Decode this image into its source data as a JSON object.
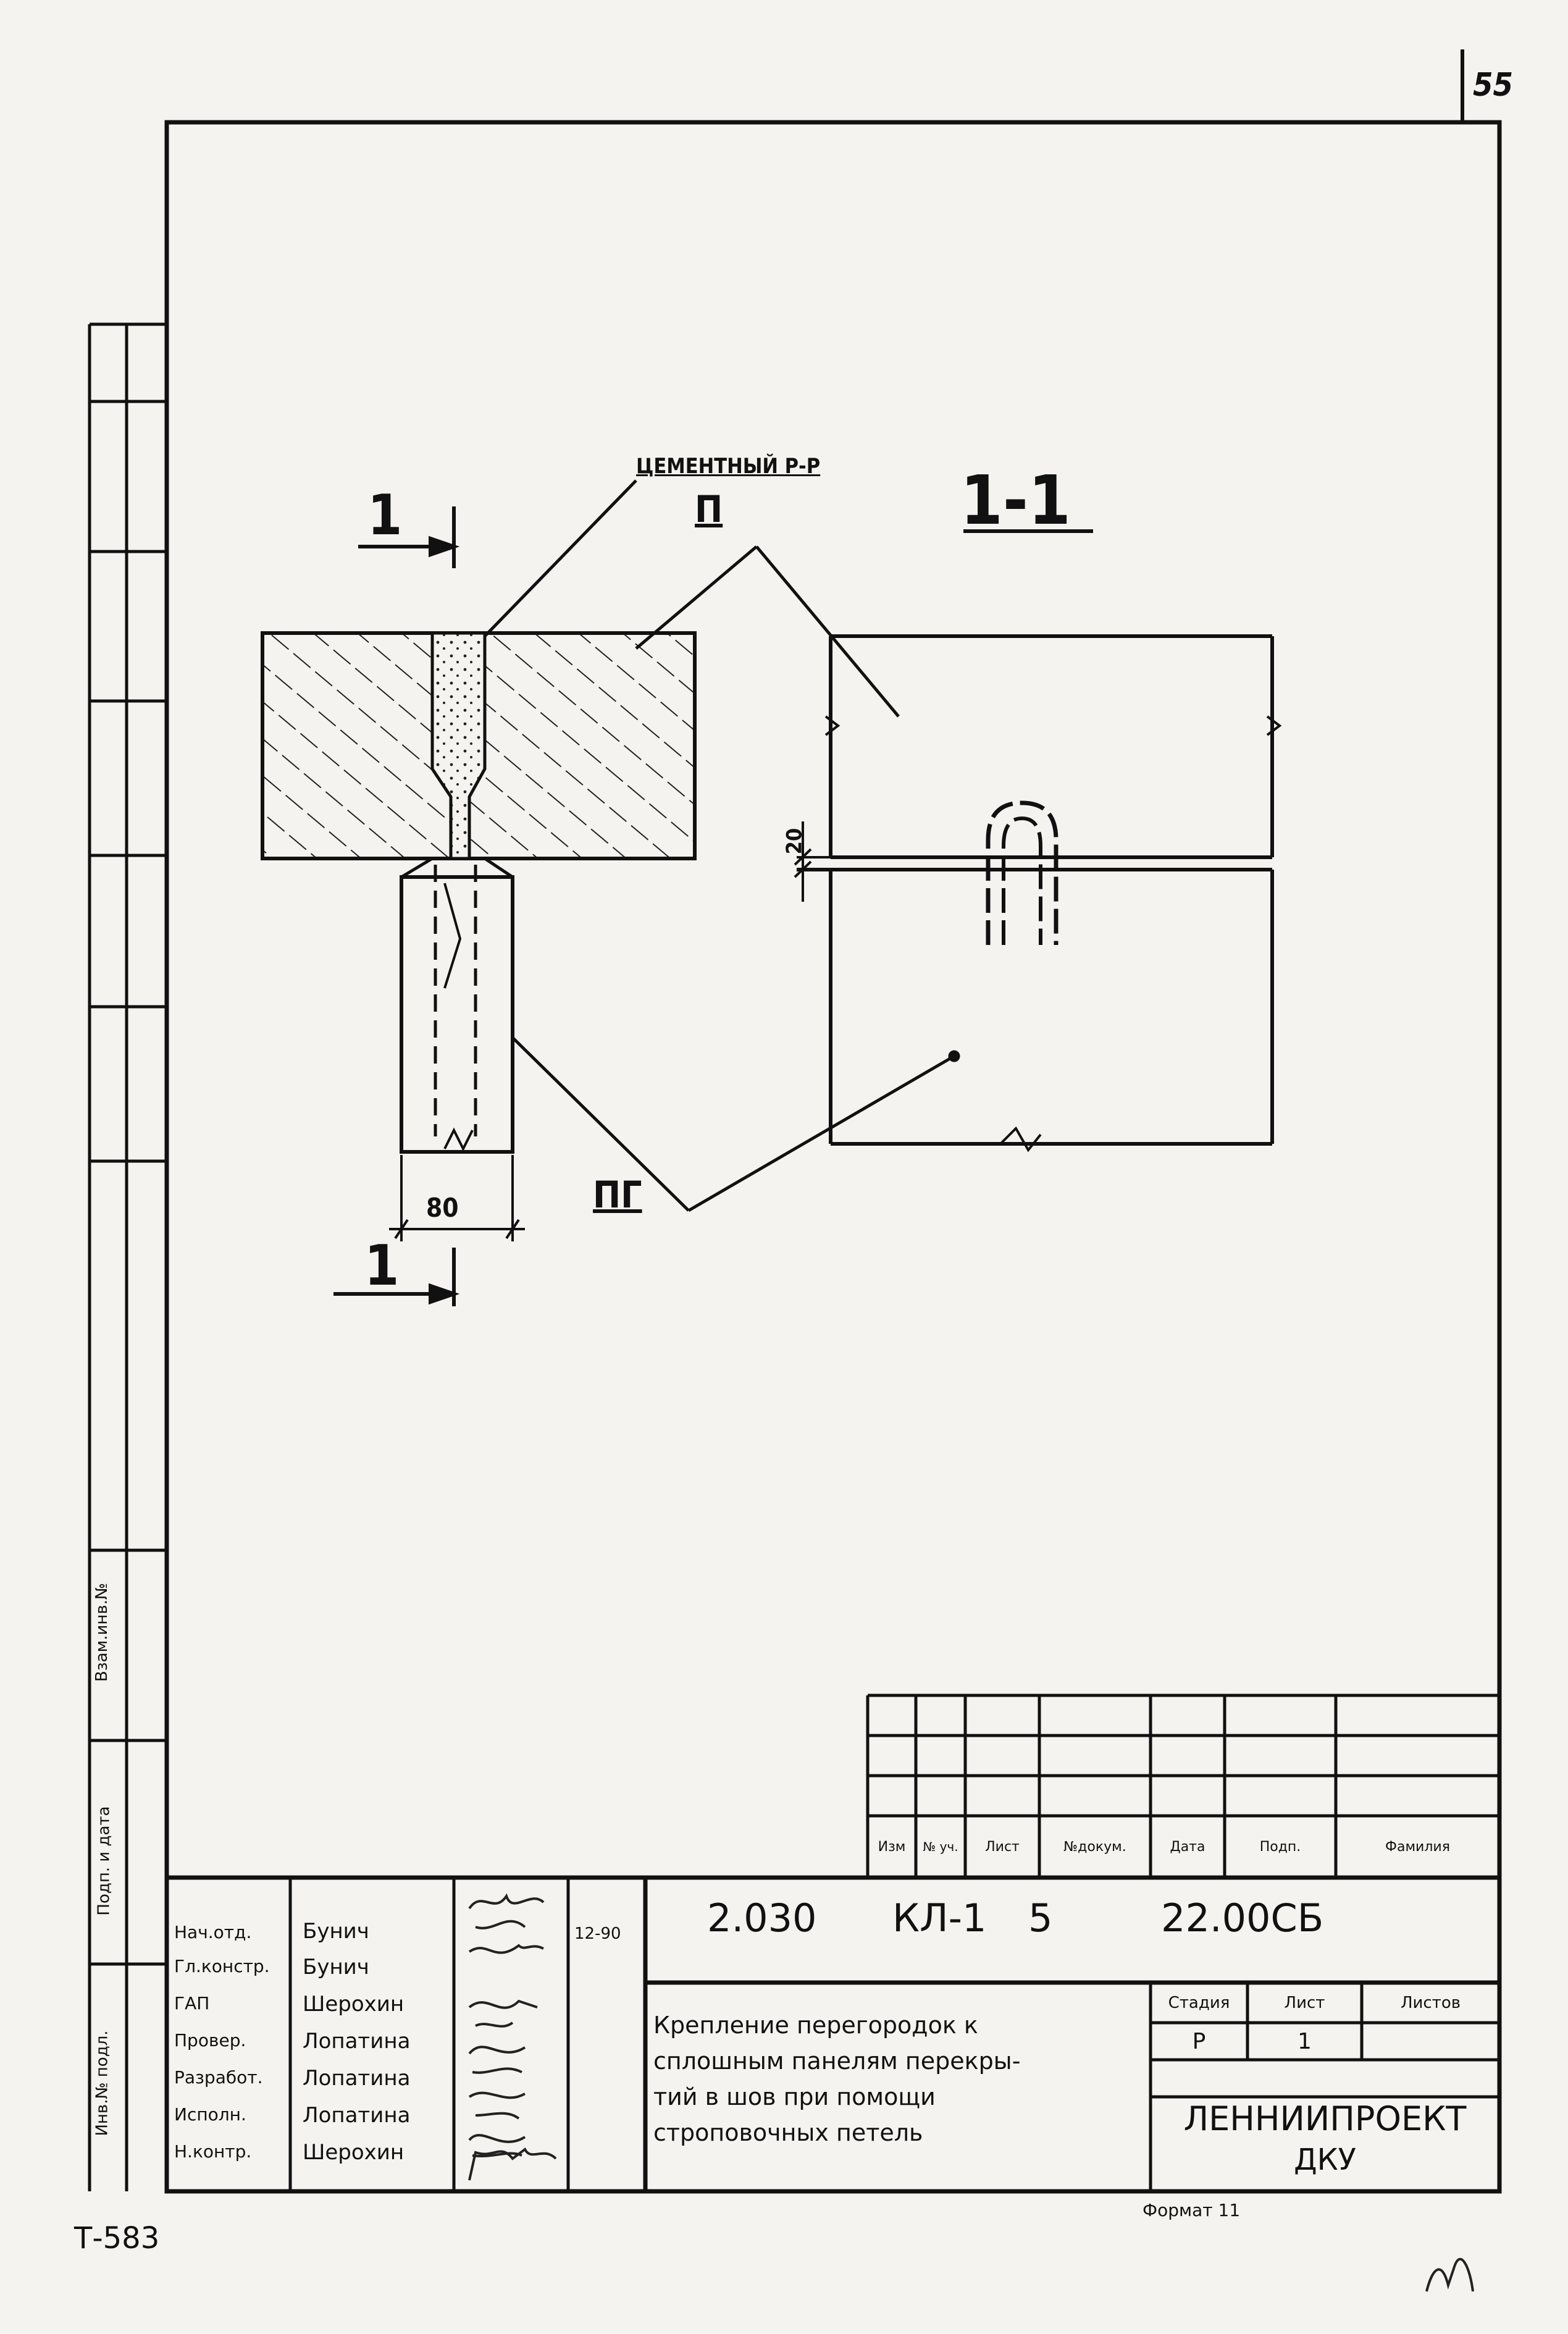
{
  "sheet": {
    "page_number": "55",
    "code_top": "2.030",
    "code_series": "КЛ-1",
    "code_sheet": "5",
    "code_doc": "22.00СБ",
    "stamp_left": "Т-583",
    "format": "Формат 11",
    "signature_bottom": "ЛЛ"
  },
  "drawing": {
    "label_cement": "ЦЕМЕНТНЫЙ Р-Р",
    "label_p": "П",
    "label_pg": "ПГ",
    "section_mark": "1",
    "section_title": "1-1",
    "dim_20": "20",
    "dim_80": "80"
  },
  "side_strip": {
    "label_replace": "Взам.инв.№",
    "label_sign": "Подп. и дата",
    "label_inv": "Инв.№ подл."
  },
  "revision_table": {
    "headers": [
      "Изм",
      "№ уч.",
      "Лист",
      "№докум.",
      "Дата",
      "Подп.",
      "Фамилия"
    ]
  },
  "title_block": {
    "roles": [
      "Нач.отд.",
      "Гл.констр.",
      "ГАП",
      "Провер.",
      "Разработ.",
      "Исполн.",
      "Н.контр."
    ],
    "names": [
      "Бунич",
      "Бунич",
      "Шерохин",
      "Лопатина",
      "Лопатина",
      "Лопатина",
      "Шерохин"
    ],
    "date_top": "12-90",
    "description": [
      "Крепление перегородок к",
      "сплошным панелям перекры-",
      "тий в шов при помощи",
      "строповочных петель"
    ],
    "stage_header": "Стадия",
    "sheet_header": "Лист",
    "sheets_header": "Листов",
    "stage_value": "Р",
    "sheet_value": "1",
    "organization": "ЛЕННИИПРОЕКТ",
    "organization_sub": "ДКУ"
  }
}
